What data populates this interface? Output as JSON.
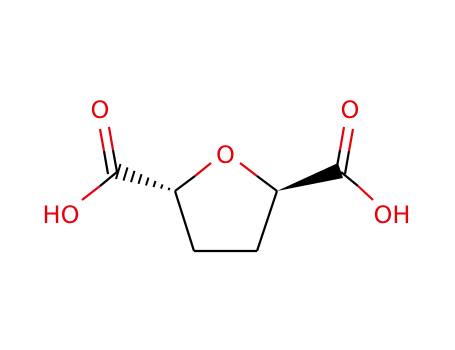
{
  "molecule": {
    "colors": {
      "bond": "#000000",
      "heteroatom": "#e8000b"
    },
    "atoms": {
      "ring_oxygen": "O",
      "left_carbonyl_oxygen": "O",
      "left_hydroxyl": "HO",
      "right_carbonyl_oxygen": "O",
      "right_hydroxyl": "OH"
    }
  }
}
